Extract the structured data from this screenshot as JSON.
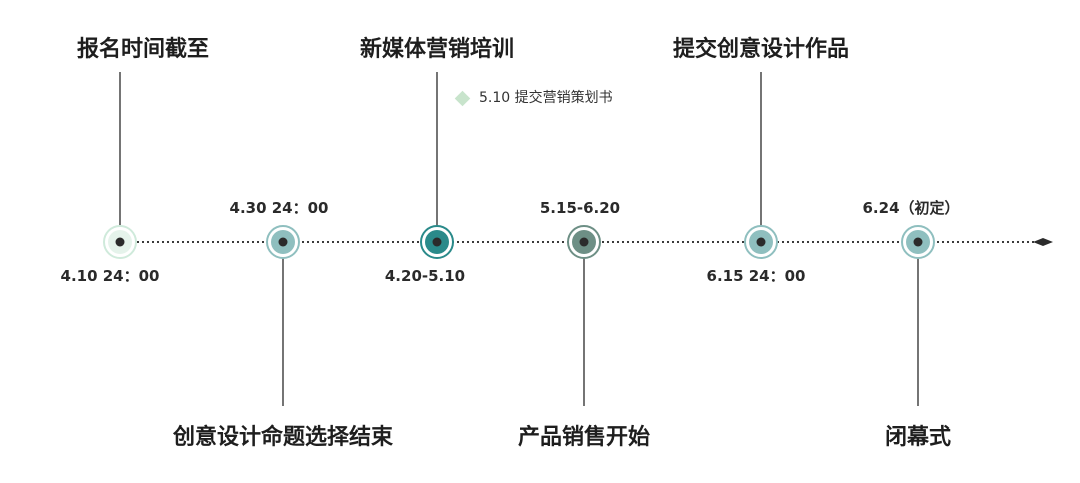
{
  "colors": {
    "line": "#3a3a3a",
    "dot": "#2b2b2b",
    "node_light": "#cfeadb",
    "node_mid": "#8fbfbf",
    "node_teal": "#2a8a8a",
    "node_dark": "#6d8f85",
    "note_diamond": "#c8e4cc"
  },
  "events": [
    {
      "title": "报名时间截至",
      "date": "4.10 24：00",
      "style": "light"
    },
    {
      "title": "创意设计命题选择结束",
      "date": "4.30 24：00",
      "style": "mid"
    },
    {
      "title": "新媒体营销培训",
      "date": "4.20-5.10",
      "style": "teal"
    },
    {
      "title": "产品销售开始",
      "date": "5.15-6.20",
      "style": "dark"
    },
    {
      "title": "提交创意设计作品",
      "date": "6.15 24：00",
      "style": "mid"
    },
    {
      "title": "闭幕式",
      "date": "6.24（初定）",
      "style": "mid"
    }
  ],
  "note": {
    "text": "5.10 提交营销策划书",
    "icon": "diamond-icon"
  }
}
